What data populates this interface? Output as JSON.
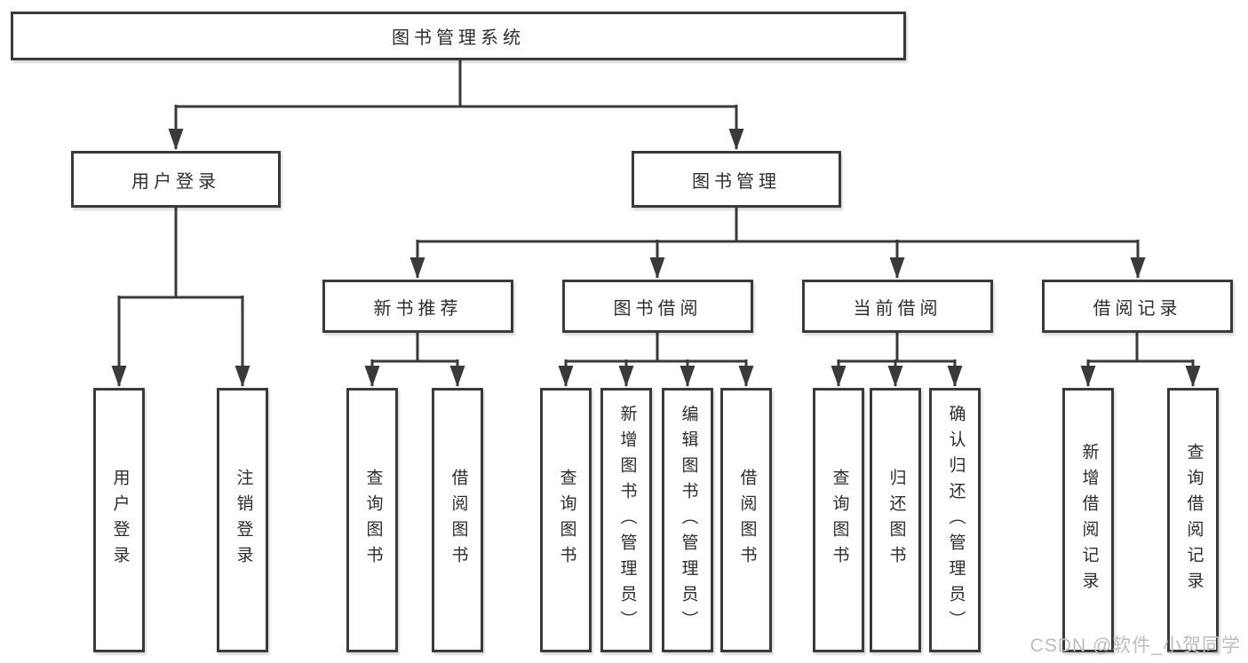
{
  "colors": {
    "line": "#3a3a3a",
    "box_border": "#3a3a3a",
    "text": "#2d2d2d",
    "watermark": "#bdbdbd",
    "background": "#ffffff"
  },
  "tree": {
    "label": "图书管理系统",
    "children": [
      {
        "label": "用户登录",
        "children": [
          {
            "label": "用户登录"
          },
          {
            "label": "注销登录"
          }
        ]
      },
      {
        "label": "图书管理",
        "children": [
          {
            "label": "新书推荐",
            "children": [
              {
                "label": "查询图书"
              },
              {
                "label": "借阅图书"
              }
            ]
          },
          {
            "label": "图书借阅",
            "children": [
              {
                "label": "查询图书"
              },
              {
                "label": "新增图书（管理员）"
              },
              {
                "label": "编辑图书（管理员）"
              },
              {
                "label": "借阅图书"
              }
            ]
          },
          {
            "label": "当前借阅",
            "children": [
              {
                "label": "查询图书"
              },
              {
                "label": "归还图书"
              },
              {
                "label": "确认归还（管理员）"
              }
            ]
          },
          {
            "label": "借阅记录",
            "children": [
              {
                "label": "新增借阅记录"
              },
              {
                "label": "查询借阅记录"
              }
            ]
          }
        ]
      }
    ]
  },
  "watermark": {
    "text": "CSDN @软件_小贺同学"
  }
}
